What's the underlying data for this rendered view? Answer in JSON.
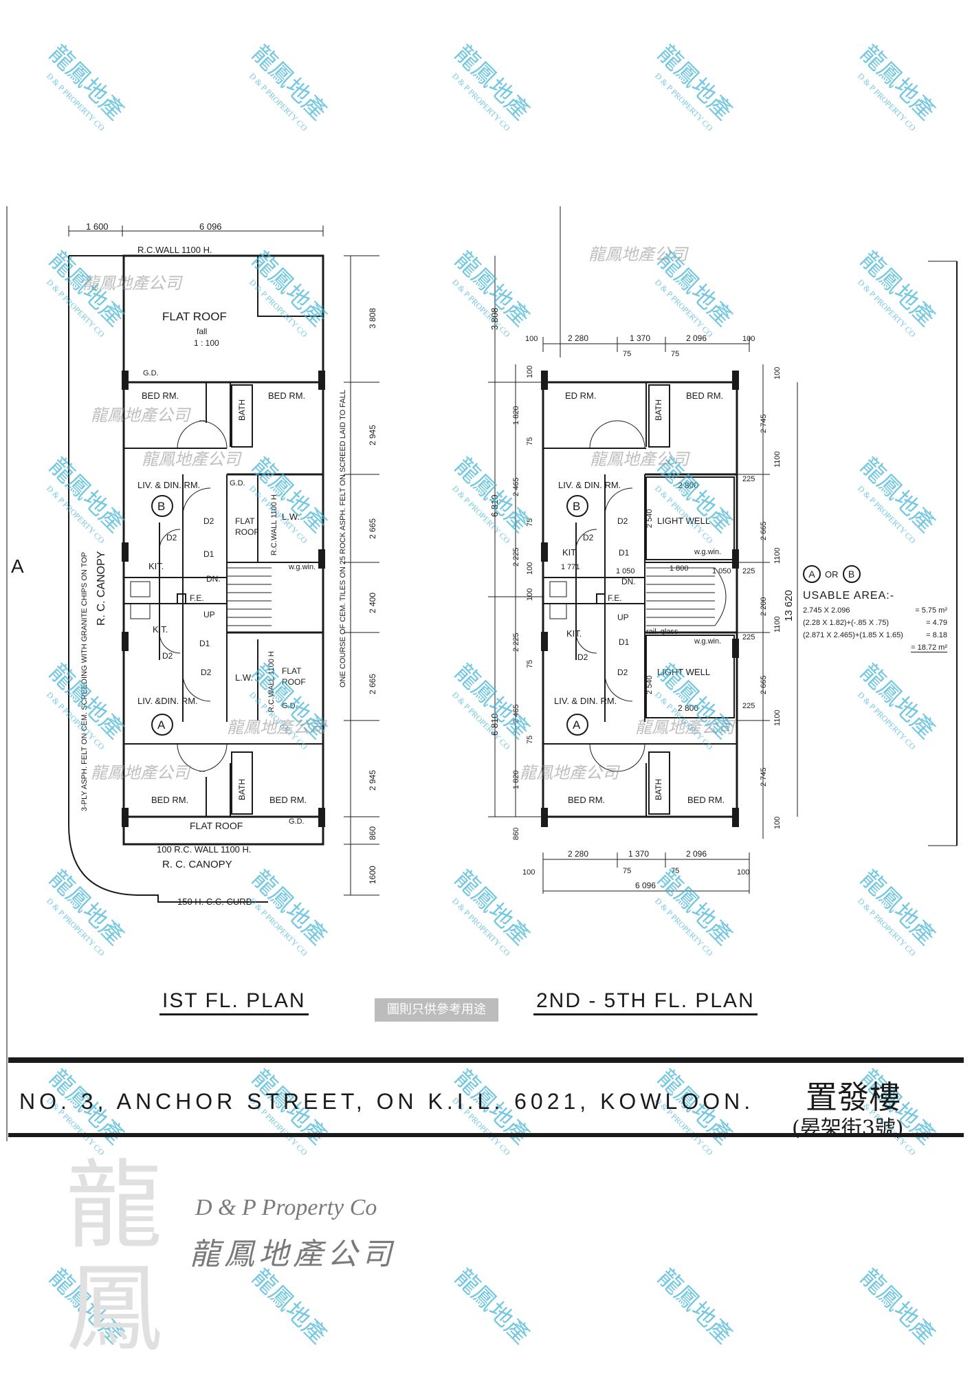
{
  "watermark": {
    "cn": "龍鳳地產",
    "en": "D & P PROPERTY CO",
    "cn_full": "龍鳳地產公司"
  },
  "plan1": {
    "title": "IST FL. PLAN",
    "top_dims": [
      "1 600",
      "6 096"
    ],
    "rc_wall_top": "R.C.WALL 1100 H.",
    "flat_roof_top": "FLAT ROOF",
    "fall": "fall",
    "fall_ratio": "1 : 100",
    "gd": "G.D.",
    "bed": "BED RM.",
    "bath": "BATH",
    "liv": "LIV. & DIN. RM.",
    "liv_a": "LIV. &DIN. RM.",
    "flat_roof_mid": "FLAT ROOF",
    "lw": "L.W.",
    "rc_wall_side": "R.C.WALL 1100 H",
    "kit": "KIT.",
    "d1": "D1",
    "d2": "D2",
    "dn": "DN.",
    "up": "UP",
    "fe": "F.E.",
    "wgwin": "w.g.win.",
    "flat_roof_bottom": "FLAT  ROOF",
    "rc_wall_bottom": "100 R.C. WALL  1100 H.",
    "rc_canopy_bottom": "R. C. CANOPY",
    "curb": "150 H. C.C. CURB",
    "rc_canopy_side": "R. C. CANOPY",
    "side_note_left": "3-PLY ASPH. FELT ON CEM. SCREEDING WITH GRANITE CHIPS ON TOP",
    "side_note_right": "ONE COURSE OF CEM. TILES ON 25 ROCK ASPH. FELT ON SCREED LAID TO FALL",
    "right_dims": [
      "3 808",
      "2 945",
      "2 665",
      "2 400",
      "2 665",
      "2 945",
      "860",
      "1600"
    ],
    "unit_b": "B",
    "unit_a": "A"
  },
  "plan2": {
    "title": "2ND - 5TH FL. PLAN",
    "top_dims": [
      "100",
      "2 280",
      "1 370",
      "2 096",
      "100",
      "75",
      "75"
    ],
    "bottom_dims": [
      "100",
      "2 280",
      "1 370",
      "2 096",
      "100",
      "75",
      "75",
      "6 096"
    ],
    "bed_b": "ED RM.",
    "bed": "BED RM.",
    "bath": "BATH",
    "liv": "LIV. & DIN. RM.",
    "liv_a": "LIV. & DIN. RM.",
    "light_well": "LIGHT WELL",
    "kit": "KIT.",
    "kit_dim": "1 771",
    "wgwin": "w.g.win.",
    "dn": "DN.",
    "up": "UP",
    "fe": "F.E.",
    "rail": "rail. glass",
    "d1": "D1",
    "d2": "D2",
    "dims_lw": [
      "2 800",
      "2 540",
      "225",
      "1 800",
      "1 050",
      "1 050",
      "100"
    ],
    "left_dims_outer": [
      "3 808",
      "6 810",
      "6 810"
    ],
    "left_dims_inner": [
      "100",
      "1 820",
      "75",
      "2 465",
      "75",
      "2 225",
      "100",
      "100",
      "2 225",
      "75",
      "2 465",
      "75",
      "1 820",
      "860"
    ],
    "right_dims": [
      "100",
      "2 745",
      "1100",
      "225",
      "2 665",
      "1100",
      "225",
      "2 200",
      "1100",
      "225",
      "2 665",
      "1100",
      "225",
      "2 745",
      "100"
    ],
    "total": "13 620",
    "unit_b": "B",
    "unit_a": "A"
  },
  "usable": {
    "heading_a": "A",
    "or": "OR",
    "heading_b": "B",
    "title": "USABLE  AREA:-",
    "rows": [
      {
        "expr": "2.745 X 2.096",
        "val": "= 5.75 m²"
      },
      {
        "expr": "(2.28 X 1.82)+(-.85 X .75)",
        "val": "= 4.79"
      },
      {
        "expr": "(2.871 X 2.465)+(1.85 X 1.65)",
        "val": "= 8.18"
      },
      {
        "expr": "",
        "val": "= 18.72 m²"
      }
    ]
  },
  "side_marker": "A",
  "reference_badge": "圖則只供參考用途",
  "address": "NO. 3,  ANCHOR  STREET,  ON  K.I.L. 6021,  KOWLOON.",
  "building": {
    "name": "置發樓",
    "sub": "(晏架街3號)"
  },
  "company": {
    "en": "D & P Property Co",
    "cn": "龍鳳地產公司",
    "logo": "龍鳳"
  }
}
